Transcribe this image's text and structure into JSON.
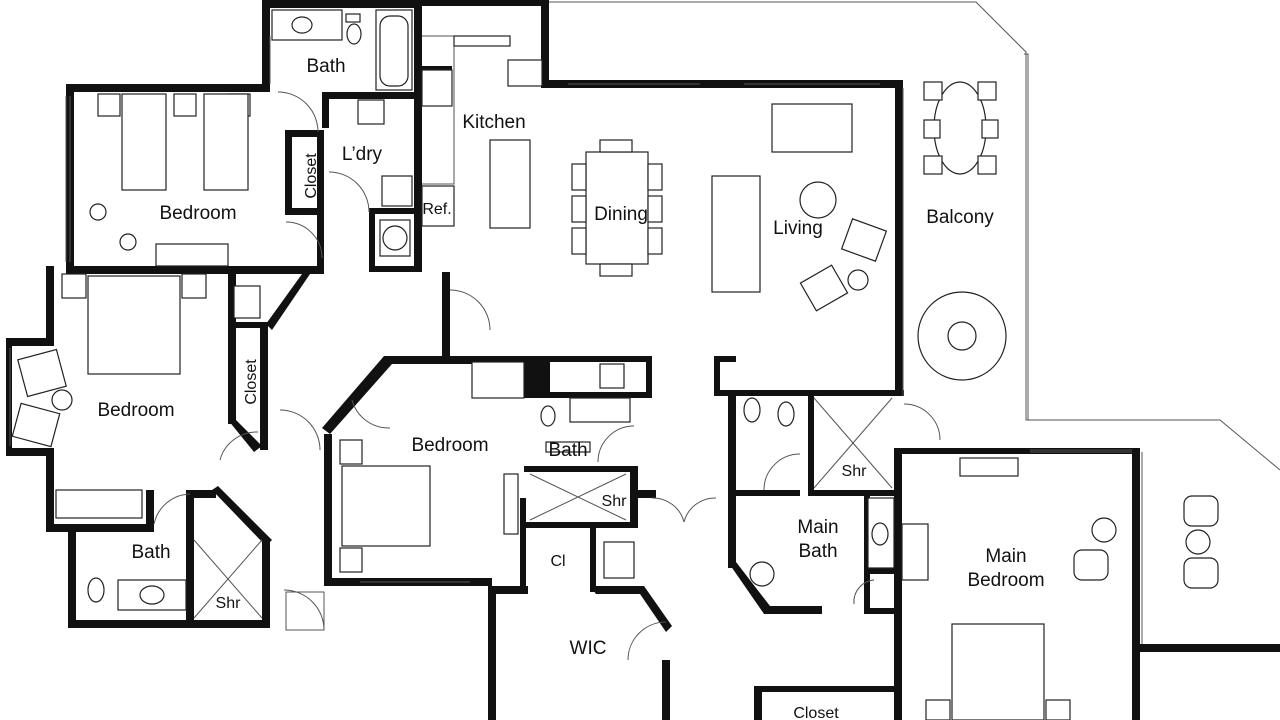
{
  "rooms": {
    "bath_top": "Bath",
    "laundry": "L’dry",
    "closet_laundry": "Closet",
    "kitchen": "Kitchen",
    "ref": "Ref.",
    "dining": "Dining",
    "living": "Living",
    "balcony": "Balcony",
    "bedroom_nw": "Bedroom",
    "bedroom_w": "Bedroom",
    "closet_w": "Closet",
    "bath_sw": "Bath",
    "shr_sw": "Shr",
    "bedroom_c": "Bedroom",
    "bath_c": "Bath",
    "shr_c": "Shr",
    "cl_c": "Cl",
    "wic": "WIC",
    "shr_main": "Shr",
    "main_bath": "Main\nBath",
    "main_bedroom": "Main\nBedroom",
    "closet_bottom": "Closet"
  }
}
